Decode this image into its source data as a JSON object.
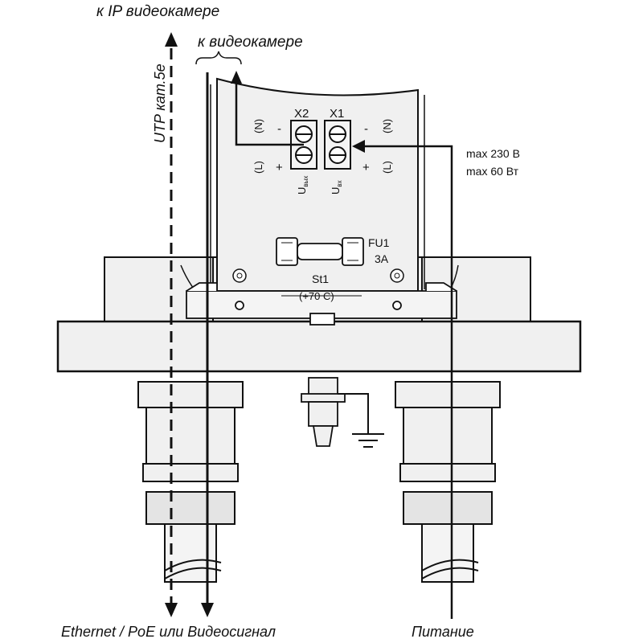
{
  "labels": {
    "to_ip_camera": "к IP видеокамере",
    "to_camera": "к видеокамере",
    "utp_cable": "UTP кат.5е",
    "x2": "X2",
    "x1": "X1",
    "n_left": "(N)",
    "n_right": "(N)",
    "l_left": "(L)",
    "l_right": "(L)",
    "minus_left": "-",
    "minus_right": "-",
    "plus_left": "+",
    "plus_right": "+",
    "u_out_main": "U",
    "u_out_sub": "вых",
    "u_in_main": "U",
    "u_in_sub": "вх",
    "max_voltage": "max 230 В",
    "max_power": "max 60 Вт",
    "fuse_name": "FU1",
    "fuse_rating": "3А",
    "thermostat_name": "St1",
    "thermostat_temp": "(+70 С)",
    "bottom_left": "Ethernet / PoE или Видеосигнал",
    "bottom_right": "Питание"
  },
  "colors": {
    "line": "#111111",
    "fill": "#f0f0f0",
    "paper": "#ffffff"
  }
}
